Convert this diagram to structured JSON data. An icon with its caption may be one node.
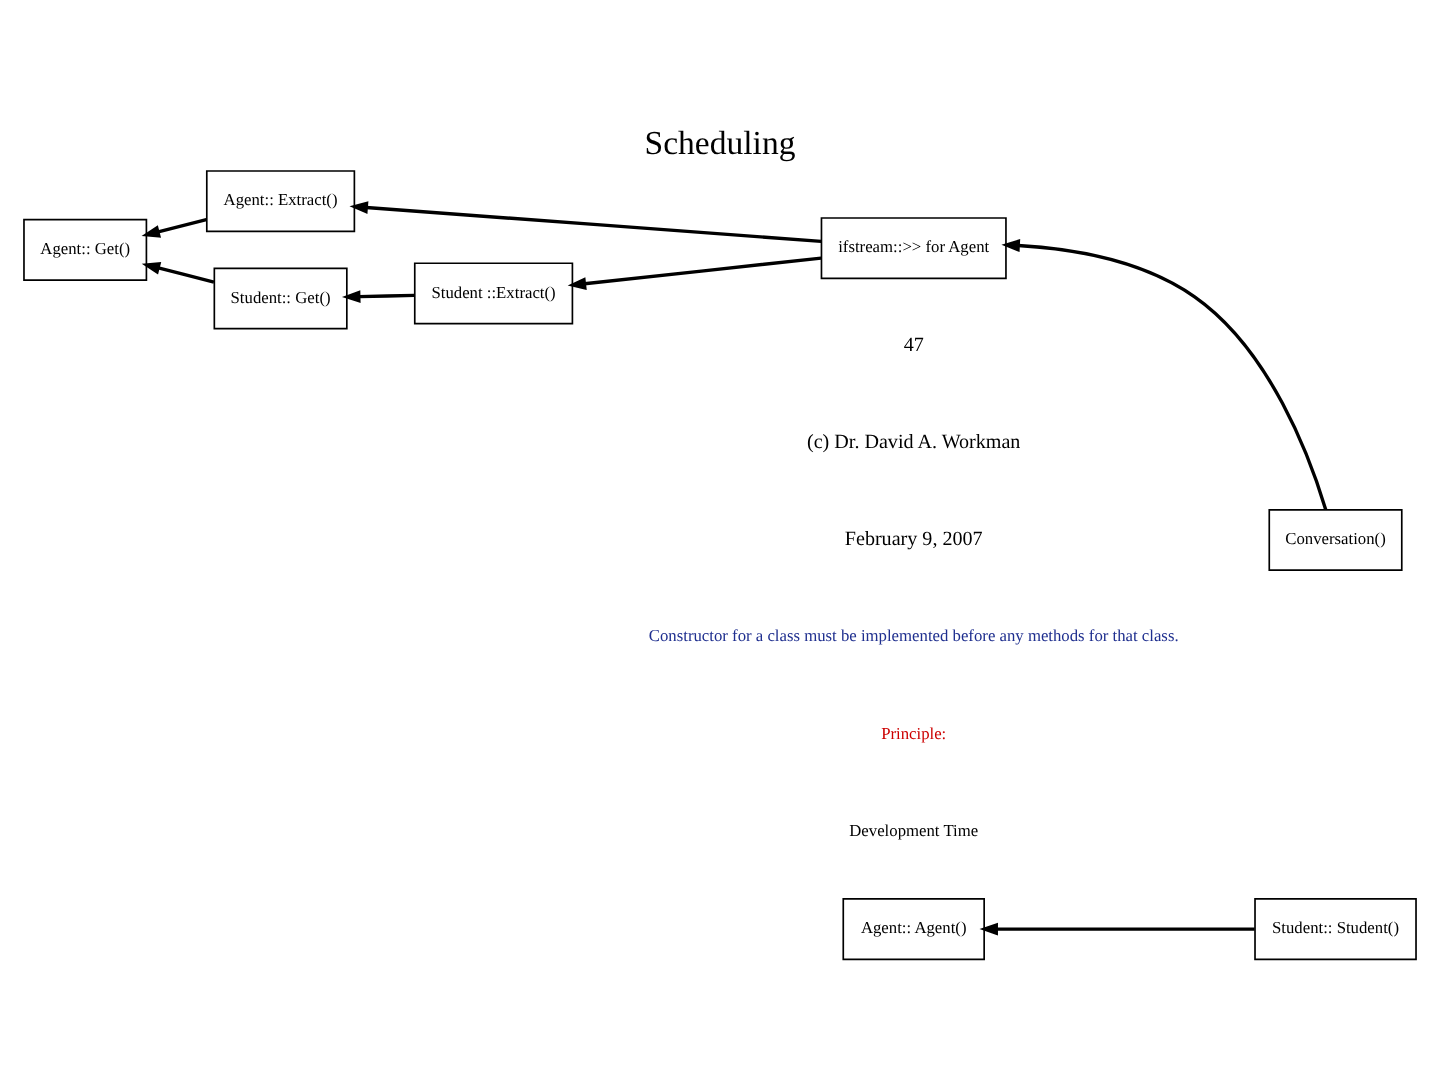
{
  "diagram": {
    "title": "Scheduling",
    "nodes": [
      {
        "text": [
          "Agent:: Agent()"
        ]
      },
      {
        "text": [
          "Student:: Student()"
        ]
      },
      {
        "text": [
          "Agent:: Get()"
        ]
      },
      {
        "text": [
          "Agent:: Extract()"
        ]
      },
      {
        "text": [
          "ifstream::>> for Agent"
        ]
      },
      {
        "text": [
          "Conversation()"
        ]
      },
      {
        "text": [
          "Student:: Get()"
        ]
      },
      {
        "text": [
          "Student ::Extract()"
        ]
      }
    ],
    "edges": [
      {
        "from": 1,
        "to": 0,
        "arrow": "to"
      },
      {
        "from": 3,
        "to": 2,
        "arrow": "to"
      },
      {
        "from": 6,
        "to": 2,
        "arrow": "to"
      },
      {
        "from": 4,
        "to": 3,
        "arrow": "to"
      },
      {
        "from": 5,
        "to": 4,
        "arrow": "to"
      },
      {
        "from": 4,
        "to": 7,
        "arrow": "to"
      },
      {
        "from": 7,
        "to": 6,
        "arrow": "to"
      }
    ],
    "labels": [
      "Development Time",
      "Principle:",
      "Constructor for a class must be implemented before any methods for that class.",
      "February 9, 2007",
      "(c) Dr. David A. Workman",
      "47"
    ]
  }
}
